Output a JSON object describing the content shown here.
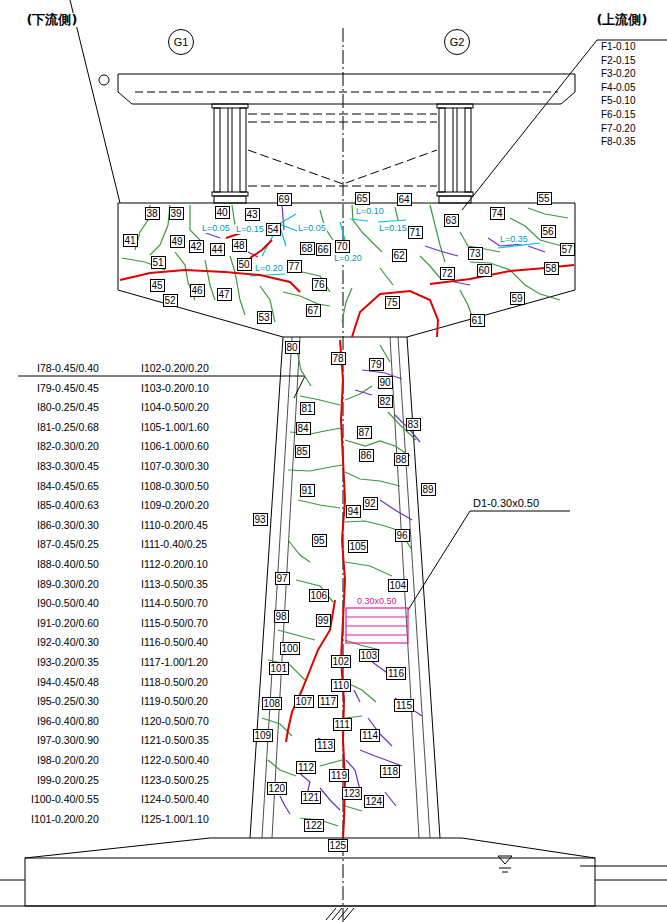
{
  "diagram": {
    "nodes": [
      {
        "text": [
          "G1"
        ]
      },
      {
        "text": [
          "G2"
        ]
      },
      {
        "text": [
          "69"
        ]
      },
      {
        "text": [
          "65"
        ]
      },
      {
        "text": [
          "64"
        ]
      },
      {
        "text": [
          "55"
        ]
      },
      {
        "text": [
          "38"
        ]
      },
      {
        "text": [
          "39"
        ]
      },
      {
        "text": [
          "40"
        ]
      },
      {
        "text": [
          "43"
        ]
      },
      {
        "text": [
          "74"
        ]
      },
      {
        "text": [
          "63"
        ]
      },
      {
        "text": [
          "54"
        ]
      },
      {
        "text": [
          "71"
        ]
      },
      {
        "text": [
          "56"
        ]
      },
      {
        "text": [
          "41"
        ]
      },
      {
        "text": [
          "49"
        ]
      },
      {
        "text": [
          "48"
        ]
      },
      {
        "text": [
          "42"
        ]
      },
      {
        "text": [
          "70"
        ]
      },
      {
        "text": [
          "68"
        ]
      },
      {
        "text": [
          "44"
        ]
      },
      {
        "text": [
          "66"
        ]
      },
      {
        "text": [
          "57"
        ]
      },
      {
        "text": [
          "73"
        ]
      },
      {
        "text": [
          "62"
        ]
      },
      {
        "text": [
          "51"
        ]
      },
      {
        "text": [
          "50"
        ]
      },
      {
        "text": [
          "77"
        ]
      },
      {
        "text": [
          "58"
        ]
      },
      {
        "text": [
          "60"
        ]
      },
      {
        "text": [
          "72"
        ]
      },
      {
        "text": [
          "76"
        ]
      },
      {
        "text": [
          "45"
        ]
      },
      {
        "text": [
          "46"
        ]
      },
      {
        "text": [
          "47"
        ]
      },
      {
        "text": [
          "59"
        ]
      },
      {
        "text": [
          "52"
        ]
      },
      {
        "text": [
          "75"
        ]
      },
      {
        "text": [
          "67"
        ]
      },
      {
        "text": [
          "53"
        ]
      },
      {
        "text": [
          "61"
        ]
      },
      {
        "text": [
          "80"
        ]
      },
      {
        "text": [
          "78"
        ]
      },
      {
        "text": [
          "79"
        ]
      },
      {
        "text": [
          "90"
        ]
      },
      {
        "text": [
          "82"
        ]
      },
      {
        "text": [
          "81"
        ]
      },
      {
        "text": [
          "83"
        ]
      },
      {
        "text": [
          "84"
        ]
      },
      {
        "text": [
          "87"
        ]
      },
      {
        "text": [
          "85"
        ]
      },
      {
        "text": [
          "86"
        ]
      },
      {
        "text": [
          "88"
        ]
      },
      {
        "text": [
          "89"
        ]
      },
      {
        "text": [
          "91"
        ]
      },
      {
        "text": [
          "92"
        ]
      },
      {
        "text": [
          "94"
        ]
      },
      {
        "text": [
          "93"
        ]
      },
      {
        "text": [
          "96"
        ]
      },
      {
        "text": [
          "95"
        ]
      },
      {
        "text": [
          "105"
        ]
      },
      {
        "text": [
          "97"
        ]
      },
      {
        "text": [
          "104"
        ]
      },
      {
        "text": [
          "106"
        ]
      },
      {
        "text": [
          "98"
        ]
      },
      {
        "text": [
          "99"
        ]
      },
      {
        "text": [
          "100"
        ]
      },
      {
        "text": [
          "103"
        ]
      },
      {
        "text": [
          "102"
        ]
      },
      {
        "text": [
          "101"
        ]
      },
      {
        "text": [
          "116"
        ]
      },
      {
        "text": [
          "110"
        ]
      },
      {
        "text": [
          "107"
        ]
      },
      {
        "text": [
          "117"
        ]
      },
      {
        "text": [
          "108"
        ]
      },
      {
        "text": [
          "115"
        ]
      },
      {
        "text": [
          "111"
        ]
      },
      {
        "text": [
          "109"
        ]
      },
      {
        "text": [
          "114"
        ]
      },
      {
        "text": [
          "113"
        ]
      },
      {
        "text": [
          "112"
        ]
      },
      {
        "text": [
          "118"
        ]
      },
      {
        "text": [
          "119"
        ]
      },
      {
        "text": [
          "120"
        ]
      },
      {
        "text": [
          "123"
        ]
      },
      {
        "text": [
          "121"
        ]
      },
      {
        "text": [
          "124"
        ]
      },
      {
        "text": [
          "122"
        ]
      },
      {
        "text": [
          "125"
        ]
      }
    ],
    "labels": [
      "(下流側)",
      "(上流側)",
      "F1-0.10",
      "F2-0.15",
      "F3-0.20",
      "F4-0.05",
      "F5-0.10",
      "F6-0.15",
      "F7-0.20",
      "F8-0.35",
      "L=0.05",
      "L=0.15",
      "L=0.05",
      "L=0.10",
      "L=0.15",
      "L=0.35",
      "L=0.20",
      "L=0.20",
      "I78-0.45/0.40",
      "I79-0.45/0.45",
      "I80-0.25/0.45",
      "I81-0.25/0.68",
      "I82-0.30/0.20",
      "I83-0.30/0.45",
      "I84-0.45/0.65",
      "I85-0.40/0.63",
      "I86-0.30/0.30",
      "I87-0.45/0.25",
      "I88-0.40/0.50",
      "I89-0.30/0.20",
      "I90-0.50/0.40",
      "I91-0.20/0.60",
      "I92-0.40/0.30",
      "I93-0.20/0.35",
      "I94-0.45/0.48",
      "I95-0.25/0.30",
      "I96-0.40/0.80",
      "I97-0.30/0.90",
      "I98-0.20/0.20",
      "I99-0.20/0.25",
      "I100-0.40/0.55",
      "I101-0.20/0.20",
      "I102-0.20/0.20",
      "I103-0.20/0.10",
      "I104-0.50/0.20",
      "I105-1.00/1.60",
      "I106-1.00/0.60",
      "I107-0.30/0.30",
      "I108-0.30/0.50",
      "I109-0.20/0.20",
      "I110-0.20/0.45",
      "I111-0.40/0.25",
      "I112-0.20/0.10",
      "I113-0.50/0.35",
      "I114-0.50/0.70",
      "I115-0.50/0.70",
      "I116-0.50/0.40",
      "I117-1.00/1.20",
      "I118-0.50/0.20",
      "I119-0.50/0.20",
      "I120-0.50/0.70",
      "I121-0.50/0.35",
      "I122-0.50/0.40",
      "I123-0.50/0.25",
      "I124-0.50/0.40",
      "I125-1.00/1.10",
      "D1-0.30x0.50",
      "0.30x0.50"
    ]
  }
}
